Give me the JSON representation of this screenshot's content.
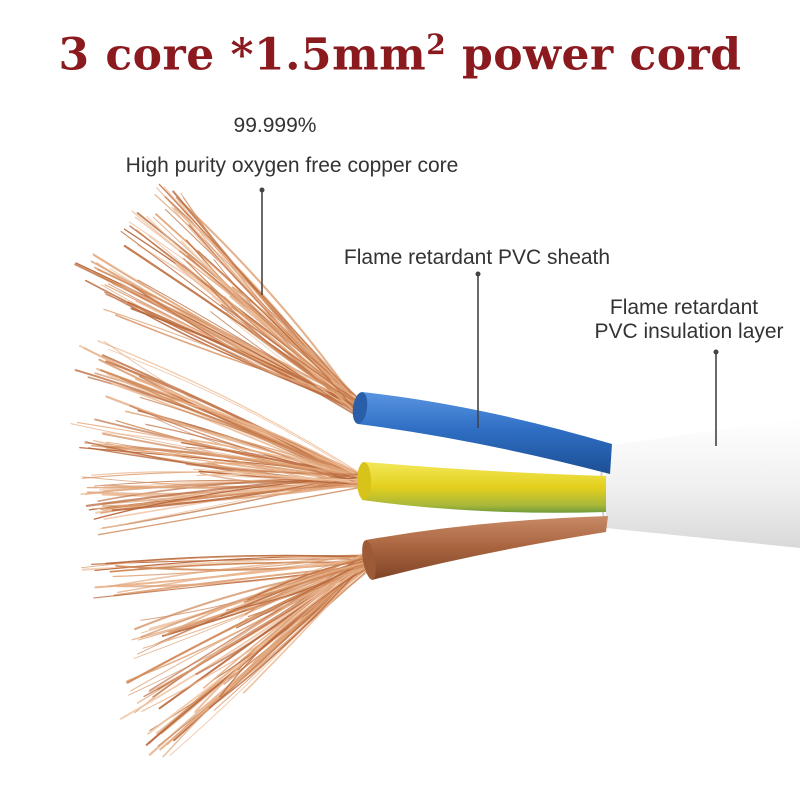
{
  "title": {
    "text": "3 core *1.5mm",
    "superscript": "2",
    "suffix": " power cord"
  },
  "labels": {
    "purity": "99.999%",
    "copper_core": "High purity oxygen free copper core",
    "sheath": "Flame retardant PVC sheath",
    "insulation_line1": "Flame retardant",
    "insulation_line2": "PVC insulation layer"
  },
  "colors": {
    "title": "#8b1a1f",
    "copper": "#d08a5a",
    "blue_wire": "#2f6fc4",
    "yellow_wire": "#e6d21e",
    "brown_wire": "#b06a44",
    "white_sheath": "#f2f2f2"
  }
}
